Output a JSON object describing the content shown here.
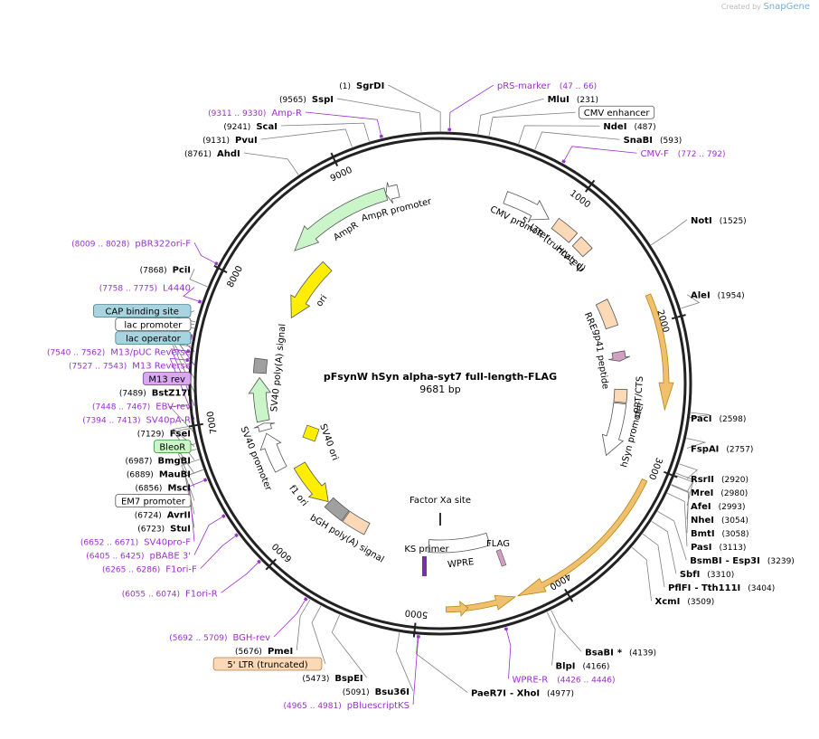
{
  "watermark": {
    "created_by": "Created by",
    "brand": "SnapGene"
  },
  "plasmid": {
    "name": "pFsynW hSyn alpha-syt7 full-length-FLAG",
    "size_label": "9681 bp",
    "length": 9681
  },
  "colors": {
    "backbone": "#222222",
    "enzyme_line": "#808080",
    "primer": "#9b30d0",
    "primer_line": "#9b30d0",
    "orf_fill": "#ffffff",
    "orf_highlight": "#f0c070",
    "yellow": "#ffee00",
    "ltr": "#fcd9b6",
    "green": "#c9f5c9",
    "grey": "#a0a0a0",
    "ampR_line": "#3a7d1a"
  },
  "ticks": [
    {
      "pos": 1000,
      "label": "1000"
    },
    {
      "pos": 2000,
      "label": "2000"
    },
    {
      "pos": 3000,
      "label": "3000"
    },
    {
      "pos": 4000,
      "label": "4000"
    },
    {
      "pos": 5000,
      "label": "5000"
    },
    {
      "pos": 6000,
      "label": "6000"
    },
    {
      "pos": 7000,
      "label": "7000"
    },
    {
      "pos": 8000,
      "label": "8000"
    },
    {
      "pos": 9000,
      "label": "9000"
    }
  ],
  "enzymes": [
    {
      "pos": 1,
      "name": "SgrDI",
      "coord": "(1)",
      "side": "left"
    },
    {
      "pos": 231,
      "name": "MluI",
      "coord": "(231)",
      "side": "right"
    },
    {
      "pos": 487,
      "name": "NdeI",
      "coord": "(487)",
      "side": "right"
    },
    {
      "pos": 593,
      "name": "SnaBI",
      "coord": "(593)",
      "side": "right"
    },
    {
      "pos": 1525,
      "name": "NotI",
      "coord": "(1525)",
      "side": "right"
    },
    {
      "pos": 1954,
      "name": "AleI",
      "coord": "(1954)",
      "side": "right"
    },
    {
      "pos": 2598,
      "name": "PacI",
      "coord": "(2598)",
      "side": "right"
    },
    {
      "pos": 2757,
      "name": "FspAI",
      "coord": "(2757)",
      "side": "right"
    },
    {
      "pos": 2920,
      "name": "RsrII",
      "coord": "(2920)",
      "side": "right"
    },
    {
      "pos": 2980,
      "name": "MreI",
      "coord": "(2980)",
      "side": "right"
    },
    {
      "pos": 2993,
      "name": "AfeI",
      "coord": "(2993)",
      "side": "right"
    },
    {
      "pos": 3054,
      "name": "NheI",
      "coord": "(3054)",
      "side": "right"
    },
    {
      "pos": 3058,
      "name": "BmtI",
      "coord": "(3058)",
      "side": "right"
    },
    {
      "pos": 3113,
      "name": "PasI",
      "coord": "(3113)",
      "side": "right"
    },
    {
      "pos": 3239,
      "name": "BsmBI",
      "extra": "- Esp3I",
      "coord": "(3239)",
      "side": "right"
    },
    {
      "pos": 3310,
      "name": "SbfI",
      "coord": "(3310)",
      "side": "right"
    },
    {
      "pos": 3404,
      "name": "PflFI",
      "extra": "- Tth111I",
      "coord": "(3404)",
      "side": "right"
    },
    {
      "pos": 3509,
      "name": "XcmI",
      "coord": "(3509)",
      "side": "right"
    },
    {
      "pos": 4139,
      "name": "BsaBI",
      "extra": "*",
      "coord": "(4139)",
      "side": "right"
    },
    {
      "pos": 4166,
      "name": "BlpI",
      "coord": "(4166)",
      "side": "right"
    },
    {
      "pos": 4977,
      "name": "PaeR7I",
      "extra": "- XhoI",
      "coord": "(4977)",
      "side": "right"
    },
    {
      "pos": 5091,
      "name": "Bsu36I",
      "coord": "(5091)",
      "side": "left"
    },
    {
      "pos": 5473,
      "name": "BspEI",
      "coord": "(5473)",
      "side": "left"
    },
    {
      "pos": 5676,
      "name": "PmeI",
      "coord": "(5676)",
      "side": "left"
    },
    {
      "pos": 6723,
      "name": "StuI",
      "coord": "(6723)",
      "side": "left"
    },
    {
      "pos": 6724,
      "name": "AvrII",
      "coord": "(6724)",
      "side": "left"
    },
    {
      "pos": 6856,
      "name": "MscI",
      "coord": "(6856)",
      "side": "left"
    },
    {
      "pos": 6889,
      "name": "MauBI",
      "coord": "(6889)",
      "side": "left"
    },
    {
      "pos": 6987,
      "name": "BmgBI",
      "coord": "(6987)",
      "side": "left"
    },
    {
      "pos": 7129,
      "name": "FseI",
      "coord": "(7129)",
      "side": "left"
    },
    {
      "pos": 7489,
      "name": "BstZ17I",
      "coord": "(7489)",
      "side": "left"
    },
    {
      "pos": 7868,
      "name": "PciI",
      "coord": "(7868)",
      "side": "left"
    },
    {
      "pos": 8761,
      "name": "AhdI",
      "coord": "(8761)",
      "side": "left"
    },
    {
      "pos": 9131,
      "name": "PvuI",
      "coord": "(9131)",
      "side": "left"
    },
    {
      "pos": 9241,
      "name": "ScaI",
      "coord": "(9241)",
      "side": "left"
    },
    {
      "pos": 9565,
      "name": "SspI",
      "coord": "(9565)",
      "side": "left"
    }
  ],
  "primers": [
    {
      "pos": 56,
      "name": "pRS-marker",
      "coord": "(47 .. 66)",
      "side": "right"
    },
    {
      "pos": 782,
      "name": "CMV-F",
      "coord": "(772 .. 792)",
      "side": "right"
    },
    {
      "pos": 4436,
      "name": "WPRE-R",
      "coord": "(4426 .. 4446)",
      "side": "right"
    },
    {
      "pos": 4973,
      "name": "pBluescriptKS",
      "coord": "(4965 .. 4981)",
      "side": "left"
    },
    {
      "pos": 5700,
      "name": "BGH-rev",
      "coord": "(5692 .. 5709)",
      "side": "left"
    },
    {
      "pos": 6064,
      "name": "F1ori-R",
      "coord": "(6055 .. 6074)",
      "side": "left"
    },
    {
      "pos": 6275,
      "name": "F1ori-F",
      "coord": "(6265 .. 6286)",
      "side": "left"
    },
    {
      "pos": 6415,
      "name": "pBABE 3'",
      "coord": "(6405 .. 6425)",
      "side": "left"
    },
    {
      "pos": 6661,
      "name": "SV40pro-F",
      "coord": "(6652 .. 6671)",
      "side": "left"
    },
    {
      "pos": 7403,
      "name": "SV40pA-R",
      "coord": "(7394 .. 7413)",
      "side": "left"
    },
    {
      "pos": 7457,
      "name": "EBV-rev",
      "coord": "(7448 .. 7467)",
      "side": "left"
    },
    {
      "pos": 7535,
      "name": "M13 Reverse",
      "coord": "(7527 .. 7543)",
      "side": "left"
    },
    {
      "pos": 7551,
      "name": "M13/pUC Reverse",
      "coord": "(7540 .. 7562)",
      "side": "left"
    },
    {
      "pos": 7766,
      "name": "L4440",
      "coord": "(7758 .. 7775)",
      "side": "left"
    },
    {
      "pos": 8018,
      "name": "pBR322ori-F",
      "coord": "(8009 .. 8028)",
      "side": "left"
    },
    {
      "pos": 9320,
      "name": "Amp-R",
      "coord": "(9311 .. 9330)",
      "side": "left"
    }
  ],
  "boxed_labels": [
    {
      "pos": 300,
      "name": "CMV enhancer",
      "style": "white"
    },
    {
      "pos": 7640,
      "name": "CAP binding site",
      "style": "blue"
    },
    {
      "pos": 7600,
      "name": "lac promoter",
      "style": "white"
    },
    {
      "pos": 7560,
      "name": "lac operator",
      "style": "blue"
    },
    {
      "pos": 7505,
      "name": "M13 rev",
      "style": "purple"
    },
    {
      "pos": 7000,
      "name": "BleoR",
      "style": "green"
    },
    {
      "pos": 6790,
      "name": "EM7 promoter",
      "style": "white"
    },
    {
      "pos": 5600,
      "name": "5' LTR (truncated)",
      "style": "orange"
    }
  ],
  "features": [
    {
      "name": "AmpR",
      "start": 8400,
      "end": 9250,
      "r": 218,
      "fill": "#c9f5c9",
      "dir": -1,
      "label": "AmpR"
    },
    {
      "name": "AmpR promoter",
      "start": 9250,
      "end": 9350,
      "r": 218,
      "fill": "#ffffff",
      "dir": -1,
      "label": "AmpR promoter"
    },
    {
      "name": "ori",
      "start": 7900,
      "end": 8500,
      "r": 180,
      "fill": "#ffee00",
      "dir": -1,
      "label": "ori"
    },
    {
      "name": "CMV promoter",
      "start": 520,
      "end": 900,
      "r": 218,
      "fill": "#ffffff",
      "dir": 1,
      "label": "CMV promoter"
    },
    {
      "name": "5' LTR (truncated)",
      "start": 960,
      "end": 1140,
      "r": 218,
      "fill": "#fcd9b6",
      "dir": 0,
      "label": "5' LTR (truncated)"
    },
    {
      "name": "HIV-1 psi",
      "start": 1180,
      "end": 1300,
      "r": 218,
      "fill": "#fcd9b6",
      "dir": 0,
      "label": "HIV-1 Ψ"
    },
    {
      "name": "RRE",
      "start": 1700,
      "end": 1930,
      "r": 200,
      "fill": "#fcd9b6",
      "dir": 0,
      "label": "RRE"
    },
    {
      "name": "gp41 peptide",
      "start": 2150,
      "end": 2230,
      "r": 200,
      "fill": "#d0a0c0",
      "dir": 1,
      "label": "gp41 peptide"
    },
    {
      "name": "cPPT/CTS",
      "start": 2470,
      "end": 2580,
      "r": 200,
      "fill": "#fcd9b6",
      "dir": 0,
      "label": "cPPT/CTS"
    },
    {
      "name": "hSyn promoter",
      "start": 2590,
      "end": 3050,
      "r": 200,
      "fill": "#ffffff",
      "dir": 1,
      "label": "hSyn promoter"
    },
    {
      "name": "ORF",
      "start": 1800,
      "end": 2600,
      "r": 250,
      "fill": "#f0c070",
      "dir": 1,
      "label": ""
    },
    {
      "name": "ORF2",
      "start": 3100,
      "end": 4300,
      "r": 250,
      "fill": "#f0c070",
      "dir": 1,
      "label": ""
    },
    {
      "name": "ORF3",
      "start": 4320,
      "end": 4700,
      "r": 250,
      "fill": "#f0c070",
      "dir": -1,
      "label": ""
    },
    {
      "name": "ORF4",
      "start": 4650,
      "end": 4800,
      "r": 250,
      "fill": "#f0c070",
      "dir": -1,
      "label": ""
    },
    {
      "name": "WPRE",
      "start": 4380,
      "end": 4950,
      "r": 180,
      "fill": "#ffffff",
      "dir": 0,
      "label": "WPRE"
    },
    {
      "name": "bGH poly(A) signal",
      "start": 5560,
      "end": 5790,
      "r": 180,
      "fill": "#fcd9b6",
      "dir": 0,
      "label": "bGH poly(A) signal"
    },
    {
      "name": "grey-bGH",
      "start": 5800,
      "end": 6000,
      "r": 180,
      "fill": "#a0a0a0",
      "dir": 0,
      "label": ""
    },
    {
      "name": "f1 ori",
      "start": 6010,
      "end": 6450,
      "r": 180,
      "fill": "#ffee00",
      "dir": -1,
      "label": "f1 ori"
    },
    {
      "name": "SV40 promoter",
      "start": 6500,
      "end": 6830,
      "r": 200,
      "fill": "#ffffff",
      "dir": 1,
      "label": "SV40 promoter"
    },
    {
      "name": "EM7 promoter arrow",
      "start": 6860,
      "end": 6920,
      "r": 200,
      "fill": "#ffffff",
      "dir": 1,
      "label": ""
    },
    {
      "name": "BleoR",
      "start": 6940,
      "end": 7310,
      "r": 200,
      "fill": "#c9f5c9",
      "dir": 1,
      "label": ""
    },
    {
      "name": "SV40 poly(A) signal",
      "start": 7350,
      "end": 7470,
      "r": 200,
      "fill": "#a0a0a0",
      "dir": 0,
      "label": "SV40 poly(A) signal"
    }
  ],
  "inner_labels": {
    "sv40_ori": "SV40 ori",
    "factor_xa": "Factor Xa site",
    "ks_primer": "KS primer",
    "flag": "FLAG"
  }
}
